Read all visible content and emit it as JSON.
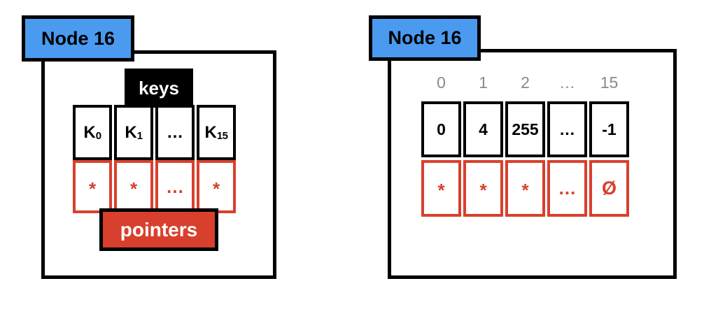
{
  "colors": {
    "blue": "#4a9af0",
    "red": "#d8402d",
    "black": "#000000",
    "gray": "#8a8a8a"
  },
  "left_node": {
    "title": "Node 16",
    "keys_label": "keys",
    "pointers_label": "pointers",
    "keys": [
      {
        "base": "K",
        "sub": "0"
      },
      {
        "base": "K",
        "sub": "1"
      },
      {
        "base": "…",
        "sub": ""
      },
      {
        "base": "K",
        "sub": "15"
      }
    ],
    "pointers": [
      "*",
      "*",
      "…",
      "*"
    ]
  },
  "right_node": {
    "title": "Node 16",
    "indices": [
      "0",
      "1",
      "2",
      "…",
      "15"
    ],
    "keys": [
      "0",
      "4",
      "255",
      "…",
      "-1"
    ],
    "pointers": [
      "*",
      "*",
      "*",
      "…",
      "Ø"
    ]
  }
}
